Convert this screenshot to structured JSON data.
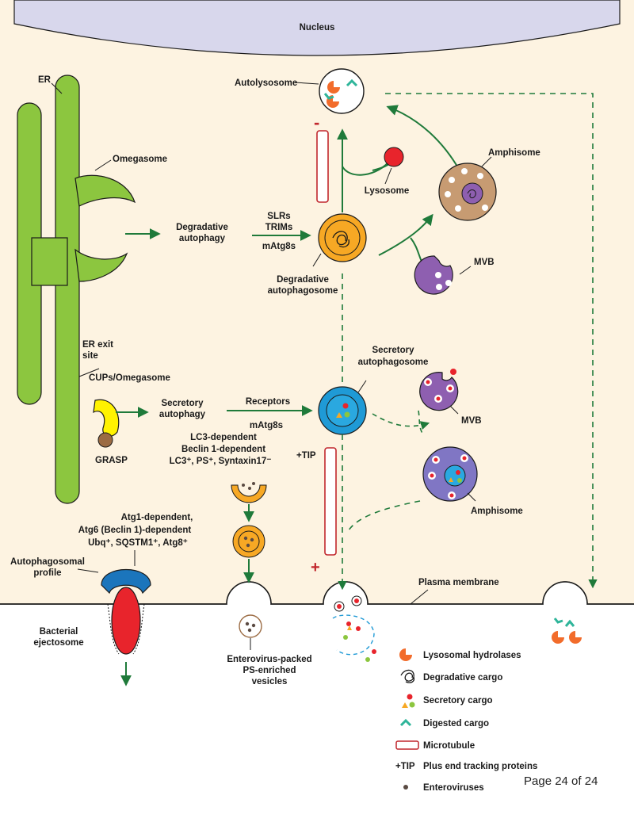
{
  "labels": {
    "nucleus": "Nucleus",
    "er": "ER",
    "omegasome": "Omegasome",
    "autolysosome": "Autolysosome",
    "degradative_autophagy_1": "Degradative",
    "degradative_autophagy_2": "autophagy",
    "slrs": "SLRs",
    "trims": "TRIMs",
    "matg8s_top": "mAtg8s",
    "lysosome": "Lysosome",
    "amphisome_top": "Amphisome",
    "mvb_top": "MVB",
    "degradative_autophagosome_1": "Degradative",
    "degradative_autophagosome_2": "autophagosome",
    "er_exit_1": "ER exit",
    "er_exit_2": "site",
    "cups_omegasome": "CUPs/Omegasome",
    "secretory_autophagy_1": "Secretory",
    "secretory_autophagy_2": "autophagy",
    "receptors": "Receptors",
    "matg8s_bottom": "mAtg8s",
    "secretory_autophagosome_1": "Secretory",
    "secretory_autophagosome_2": "autophagosome",
    "mvb_bottom": "MVB",
    "grasp": "GRASP",
    "lc3_dependent": "LC3-dependent",
    "beclin_dependent": "Beclin 1-dependent",
    "lc3_ps_syntaxin": "LC3⁺, PS⁺, Syntaxin17⁻",
    "plus_tip": "+TIP",
    "amphisome_bottom": "Amphisome",
    "atg1_dependent": "Atg1-dependent,",
    "atg6_dependent": "Atg6 (Beclin 1)-dependent",
    "ubq_sqstm": "Ubq⁺, SQSTM1⁺, Atg8⁺",
    "autophagosomal_profile_1": "Autophagosomal",
    "autophagosomal_profile_2": "profile",
    "plasma_membrane": "Plasma membrane",
    "bacterial_ejectosome_1": "Bacterial",
    "bacterial_ejectosome_2": "ejectosome",
    "enterovirus_1": "Enterovirus-packed",
    "enterovirus_2": "PS-enriched",
    "enterovirus_3": "vesicles",
    "minus_sign": "-",
    "plus_sign": "+"
  },
  "legend": [
    {
      "icon": "lysosomal-hydrolase-icon",
      "label": "Lysosomal hydrolases"
    },
    {
      "icon": "degradative-cargo-icon",
      "label": "Degradative cargo"
    },
    {
      "icon": "secretory-cargo-icon",
      "label": "Secretory cargo"
    },
    {
      "icon": "digested-cargo-icon",
      "label": "Digested cargo"
    },
    {
      "icon": "microtubule-icon",
      "label": "Microtubule"
    },
    {
      "icon": "plus-tip-legend",
      "tag": "+TIP",
      "label": "Plus end tracking proteins"
    },
    {
      "icon": "enterovirus-icon",
      "label": "Enteroviruses"
    }
  ],
  "page_label": "Page 24 of 24",
  "colors": {
    "cytoplasm": "#fdf3e1",
    "nucleus": "#d8d7ec",
    "er_green": "#8cc63f",
    "arrow_green": "#1f7a3a",
    "autophagosome_orange": "#f7a824",
    "secretory_blue": "#1f9ad6",
    "mvb_purple": "#8e5fb0",
    "amphisome_brown": "#c79b72",
    "lysosome_red": "#e8242c",
    "hydrolase_orange": "#f26c2b",
    "digested_green": "#2fb59a",
    "microtubule_red": "#c1272d",
    "cup_yellow": "#fff200",
    "grasp_brown": "#9b6b43",
    "ejectosome_blue": "#1b75bc"
  }
}
